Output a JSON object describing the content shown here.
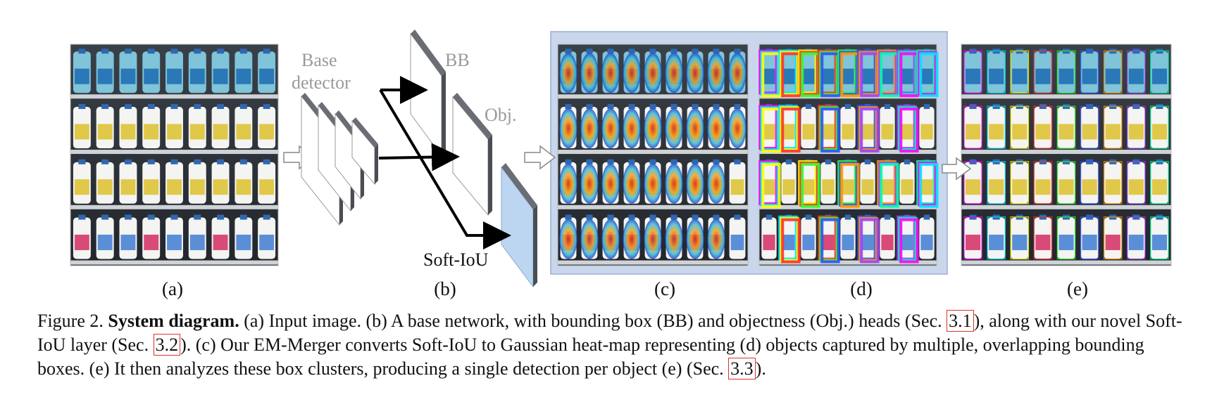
{
  "diagram": {
    "base_detector_line1": "Base",
    "base_detector_line2": "detector",
    "bb_label": "BB",
    "obj_label": "Obj.",
    "softiou_label": "Soft-IoU"
  },
  "panel_labels": [
    "(a)",
    "(b)",
    "(c)",
    "(d)",
    "(e)"
  ],
  "caption": {
    "prefix": "Figure 2.",
    "title": "System diagram.",
    "part1": "(a) Input image. (b) A base network, with bounding box (BB) and objectness (Obj.) heads (Sec.",
    "ref1": "3.1",
    "part2": "), along with our novel Soft-IoU layer (Sec.",
    "ref2": "3.2",
    "part3": "). (c) Our EM-Merger converts Soft-IoU to Gaussian heat-map representing (d) objects captured by multiple, overlapping bounding boxes. (e) It then analyzes these box clusters, producing a single detection per object (e) (Sec.",
    "ref3": "3.3",
    "part4": ")."
  },
  "colors": {
    "merger_panel_bg": "#c9d6ec",
    "merger_panel_border": "#9aaed0",
    "softiou_layer": "#bcd6f2",
    "ref_box": "#d93333",
    "gray_label": "#9a9a9a"
  }
}
